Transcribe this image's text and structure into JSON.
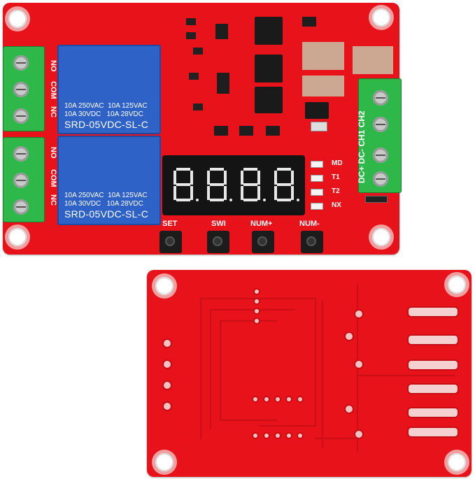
{
  "relays": [
    {
      "spec_line1": "10A 250VAC  10A 125VAC",
      "spec_line2": "10A 30VDC   10A 28VDC",
      "model": "SRD-05VDC-SL-C"
    },
    {
      "spec_line1": "10A 250VAC  10A 125VAC",
      "spec_line2": "10A 30VDC   10A 28VDC",
      "model": "SRD-05VDC-SL-C"
    }
  ],
  "terminal_labels": {
    "no": "NO",
    "com": "COM",
    "nc": "NC"
  },
  "buttons": [
    "SET",
    "SWI",
    "NUM+",
    "NUM-"
  ],
  "indicators": [
    "MD",
    "T1",
    "T2",
    "NX"
  ],
  "power_labels": "DC+ DC- CH1 CH2",
  "display_digits": "8.8.8.8."
}
